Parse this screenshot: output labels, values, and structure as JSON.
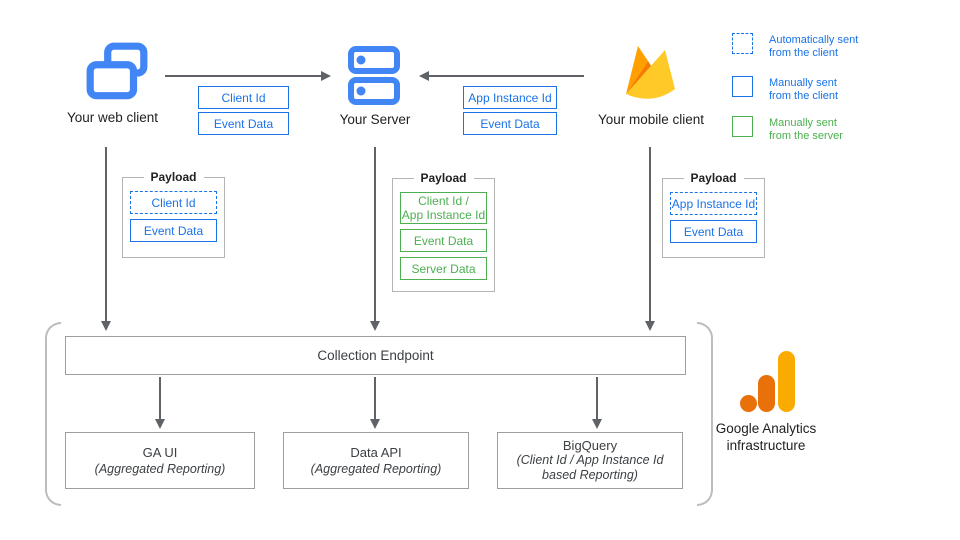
{
  "nodes": {
    "web_client": "Your web client",
    "server": "Your Server",
    "mobile_client": "Your mobile client"
  },
  "flow_labels": {
    "web_to_server": [
      "Client Id",
      "Event Data"
    ],
    "mobile_to_server": [
      "App Instance Id",
      "Event Data"
    ]
  },
  "payloads": {
    "web": {
      "title": "Payload",
      "items": [
        {
          "line1": "Client Id"
        },
        {
          "line1": "Event Data"
        }
      ]
    },
    "server": {
      "title": "Payload",
      "items": [
        {
          "line1": "Client Id /",
          "line2": "App Instance Id"
        },
        {
          "line1": "Event Data"
        },
        {
          "line1": "Server Data"
        }
      ]
    },
    "mobile": {
      "title": "Payload",
      "items": [
        {
          "line1": "App Instance Id"
        },
        {
          "line1": "Event Data"
        }
      ]
    }
  },
  "legend": {
    "items": [
      {
        "line1": "Automatically sent",
        "line2": "from the client"
      },
      {
        "line1": "Manually sent",
        "line2": "from the client"
      },
      {
        "line1": "Manually sent",
        "line2": "from the server"
      }
    ]
  },
  "infrastructure": {
    "endpoint": "Collection Endpoint",
    "outputs": [
      {
        "title": "GA UI",
        "subtitle": "(Aggregated Reporting)"
      },
      {
        "title": "Data API",
        "subtitle": "(Aggregated Reporting)"
      },
      {
        "title": "BigQuery",
        "subtitle": "(Client Id / App Instance Id based Reporting)"
      }
    ],
    "caption_line1": "Google Analytics",
    "caption_line2": "infrastructure"
  },
  "colors": {
    "blue": "#1a73e8",
    "icon_blue": "#4285f4",
    "green": "#4caf50",
    "arrow_gray": "#5f6368",
    "box_border": "#9e9e9e",
    "firebase_yellow": "#ffca28",
    "firebase_orange": "#ffa000",
    "firebase_dark_orange": "#f57c00",
    "ga_orange": "#e8710a",
    "ga_amber": "#f9ab00"
  }
}
